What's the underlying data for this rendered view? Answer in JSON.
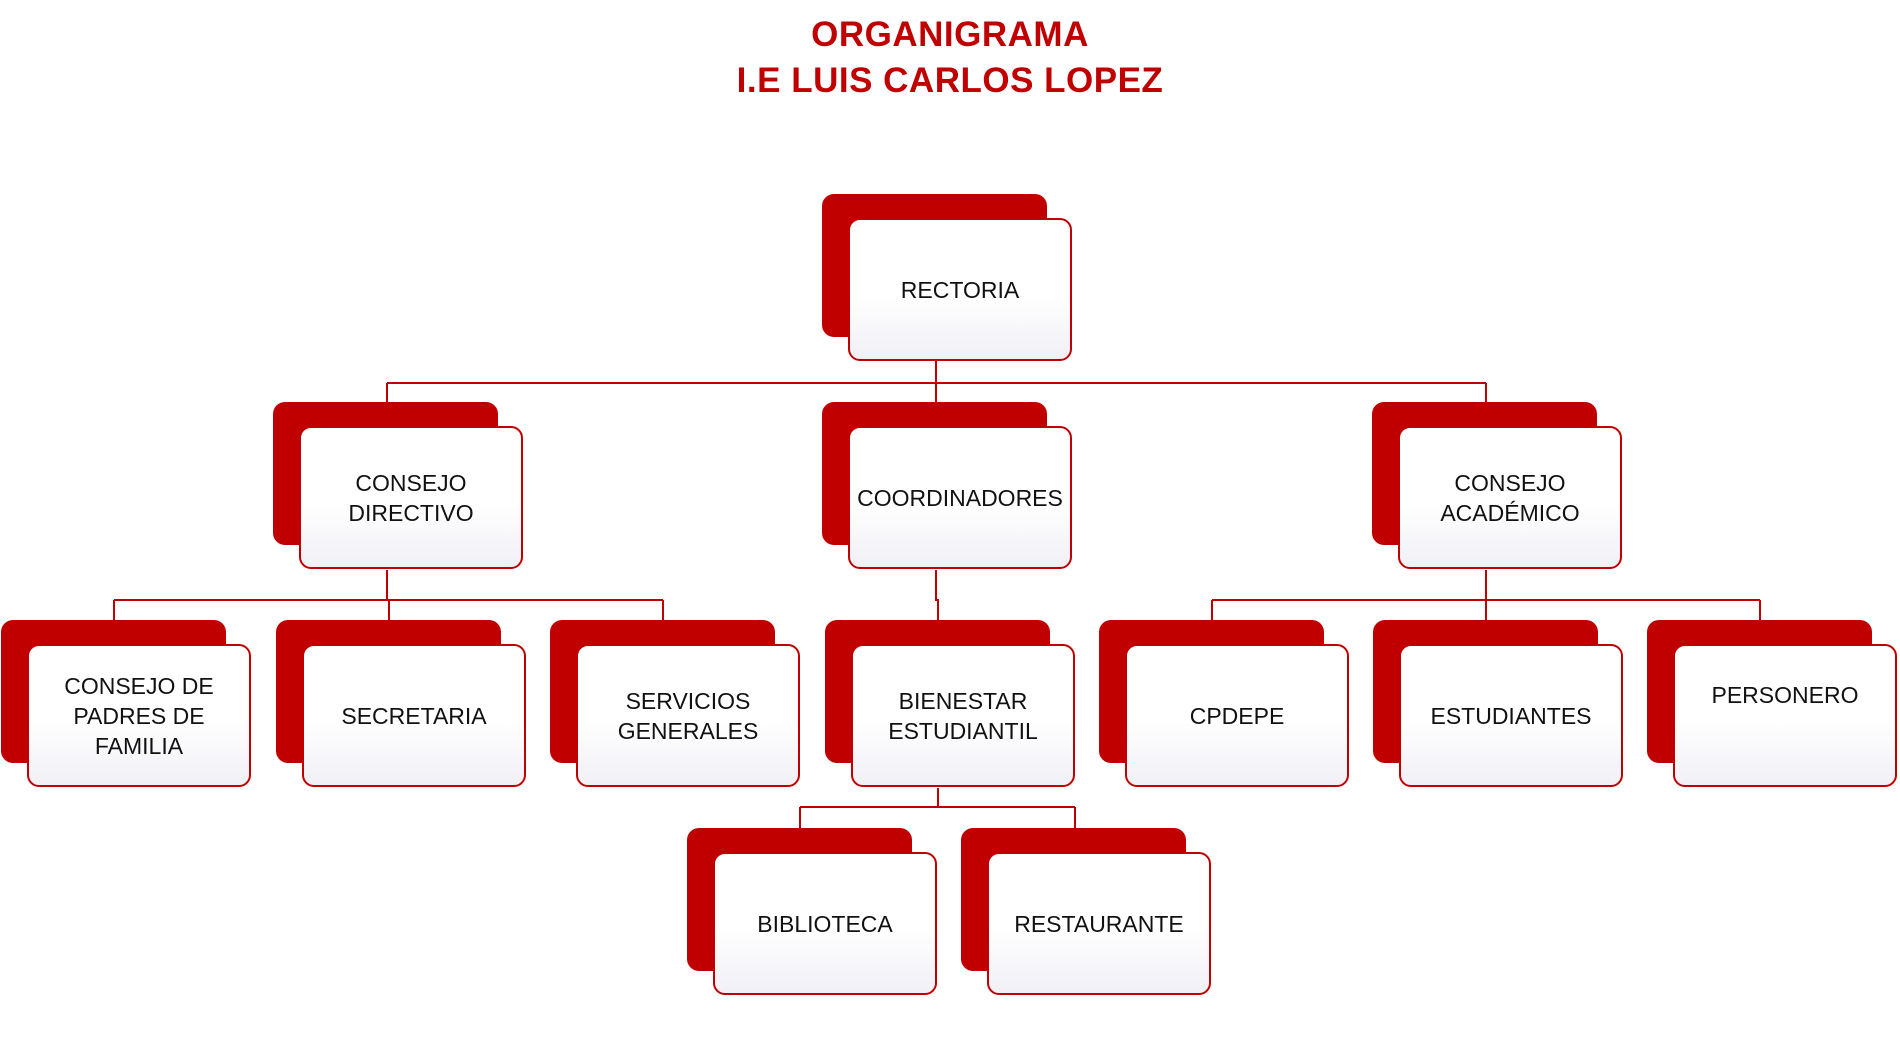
{
  "title": {
    "line1": "ORGANIGRAMA",
    "line2": "I.E LUIS CARLOS LOPEZ"
  },
  "colors": {
    "accent": "#c00000",
    "title": "#c00000",
    "text": "#111111"
  },
  "nodes": {
    "rectoria": "RECTORIA",
    "consejo_directivo": "CONSEJO\nDIRECTIVO",
    "coordinadores": "COORDINADORES",
    "consejo_academico": "CONSEJO\nACADÉMICO",
    "consejo_padres": "CONSEJO DE\nPADRES DE\nFAMILIA",
    "secretaria": "SECRETARIA",
    "servicios_generales": "SERVICIOS\nGENERALES",
    "bienestar_estudiantil": "BIENESTAR\nESTUDIANTIL",
    "cpdepe": "CPDEPE",
    "estudiantes": "ESTUDIANTES",
    "personero": "PERSONERO",
    "biblioteca": "BIBLIOTECA",
    "restaurante": "RESTAURANTE"
  }
}
